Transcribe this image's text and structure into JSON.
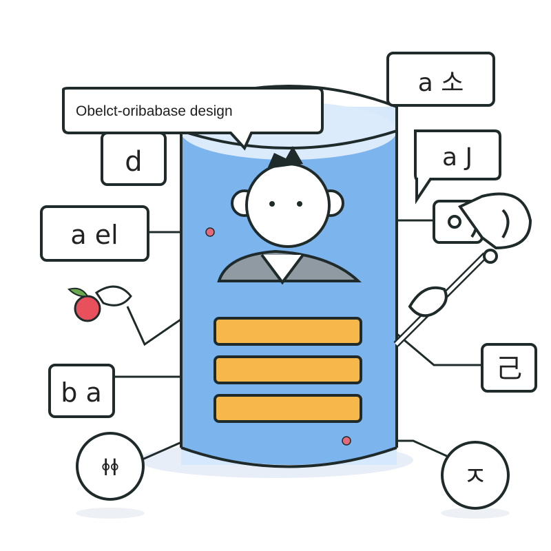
{
  "title": "Obelct-oribabase design",
  "labels": {
    "top_right": "a 소",
    "right_upper": "a J",
    "left_upper": "d",
    "left_mid": "a el",
    "left_lower": "b a",
    "right_lower": "己",
    "bottom_right": "ㅈ",
    "bottom_left": "ꬹꬹ"
  },
  "colors": {
    "cylinder": "#7cb4ee",
    "cylinder_top": "#d6e8fb",
    "stripes": "#f6b84a",
    "outline": "#1f2a2a",
    "dot": "#e36a7c"
  },
  "icons": [
    "person-icon",
    "apple-icon",
    "robot-arm-icon",
    "gear-icon"
  ]
}
